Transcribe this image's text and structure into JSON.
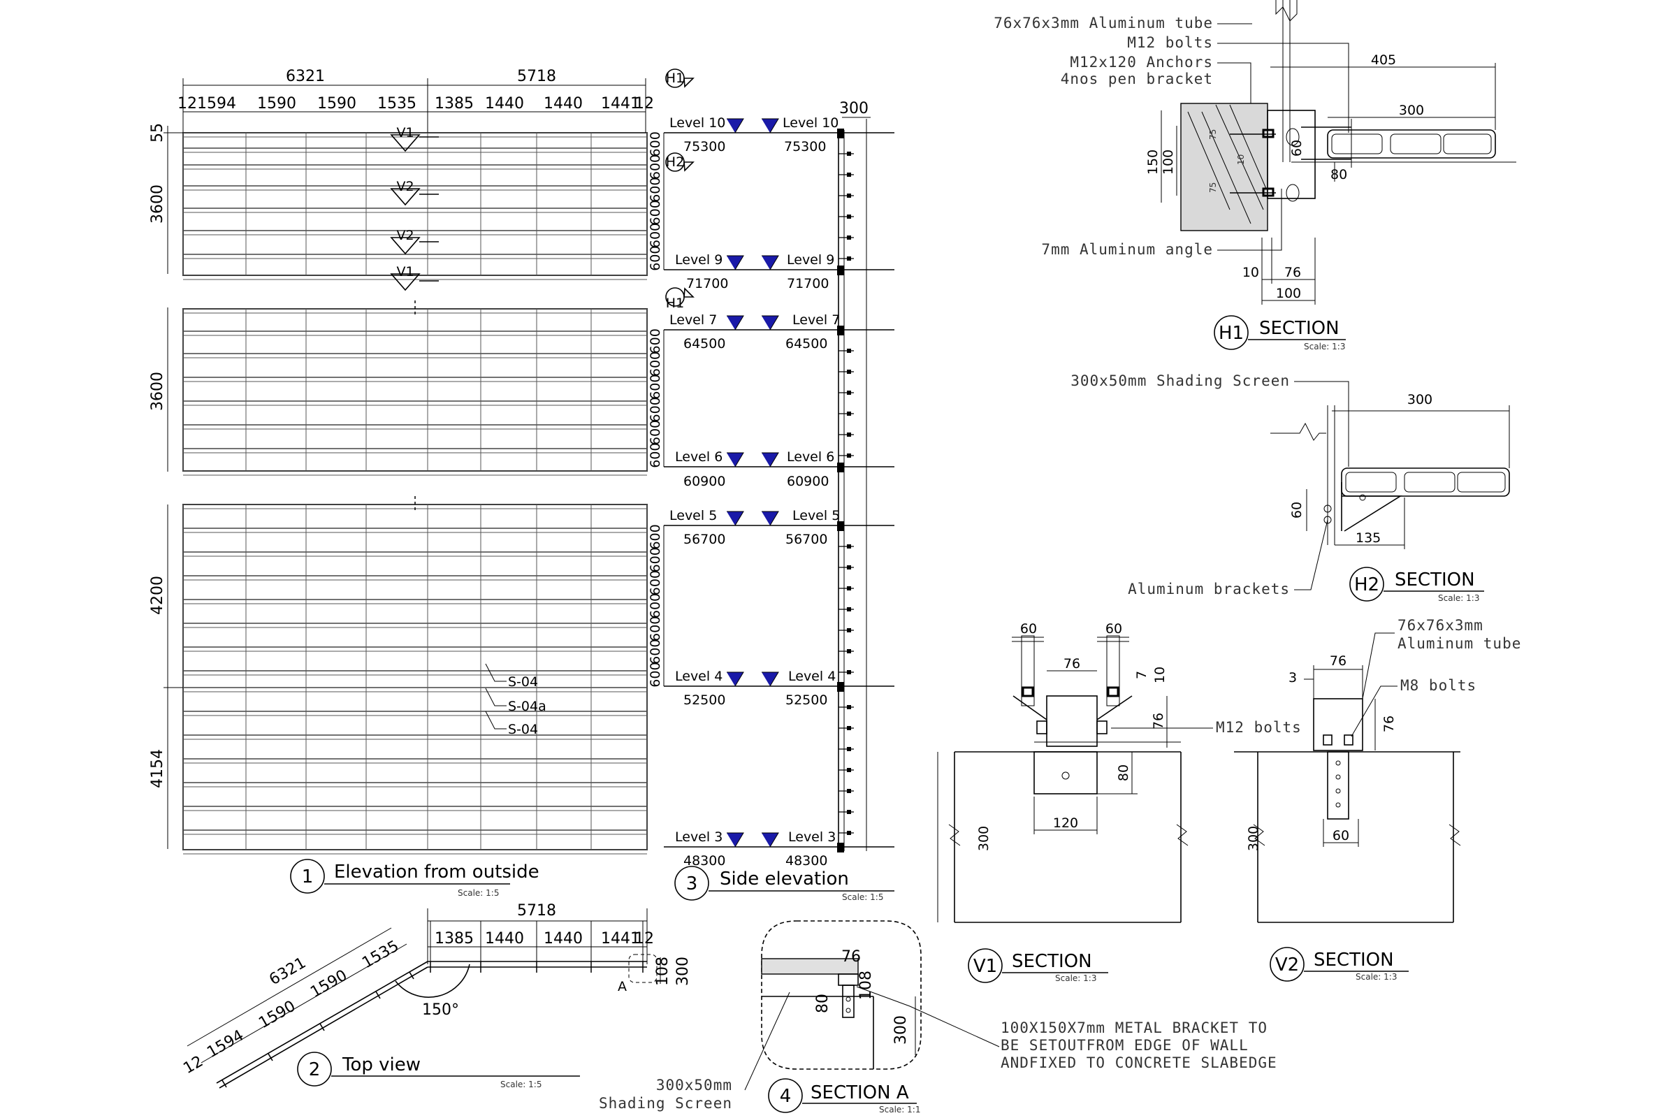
{
  "colors": {
    "line": "#000000",
    "level_marker": "#1a1aa8",
    "hatch": "#cfcfcf"
  },
  "titles": {
    "elevation": {
      "num": "1",
      "label": "Elevation from outside",
      "scale": "Scale:  1:5"
    },
    "top": {
      "num": "2",
      "label": "Top view",
      "scale": "Scale:  1:5"
    },
    "side": {
      "num": "3",
      "label": "Side elevation",
      "scale": "Scale:  1:5"
    },
    "secA": {
      "num": "4",
      "label": "SECTION A",
      "scale": "Scale:  1:1"
    },
    "h1": {
      "num": "H1",
      "label": "SECTION",
      "scale": "Scale:  1:3"
    },
    "h2": {
      "num": "H2",
      "label": "SECTION",
      "scale": "Scale:  1:3"
    },
    "v1": {
      "num": "V1",
      "label": "SECTION",
      "scale": "Scale:  1:3"
    },
    "v2": {
      "num": "V2",
      "label": "SECTION",
      "scale": "Scale:  1:3"
    }
  },
  "elevation": {
    "total_left": "6321",
    "total_right": "5718",
    "bays": [
      "12",
      "1594",
      "1590",
      "1590",
      "1535",
      "1385",
      "1440",
      "1440",
      "1441",
      "12"
    ],
    "heights": [
      "55",
      "3600",
      "3600",
      "4200",
      "4154"
    ],
    "side_600": "600",
    "tags": [
      "S-04",
      "S-04a",
      "S-04"
    ],
    "markers": [
      "V1",
      "V2",
      "V2",
      "V1",
      "H1",
      "H2",
      "H1"
    ]
  },
  "side": {
    "width": "300",
    "levels": [
      {
        "name": "Level 10",
        "elev": "75300"
      },
      {
        "name": "Level 9",
        "elev": "71700"
      },
      {
        "name": "Level 7",
        "elev": "64500"
      },
      {
        "name": "Level 6",
        "elev": "60900"
      },
      {
        "name": "Level 5",
        "elev": "56700"
      },
      {
        "name": "Level 4",
        "elev": "52500"
      },
      {
        "name": "Level 3",
        "elev": "48300"
      }
    ]
  },
  "top": {
    "total_left": "6321",
    "total_right": "5718",
    "left_bays": [
      "12",
      "1594",
      "1590",
      "1590",
      "1535"
    ],
    "right_bays": [
      "1385",
      "1440",
      "1440",
      "1441",
      "12"
    ],
    "angle": "150°",
    "depth": "108",
    "depth2": "300",
    "callout": "A"
  },
  "h1": {
    "labels": [
      "76x76x3mm Aluminum tube",
      "M12 bolts",
      "M12x120 Anchors",
      "4nos pen bracket",
      "7mm Aluminum angle"
    ],
    "dims": {
      "d405": "405",
      "d300": "300",
      "d150": "150",
      "d100": "100",
      "d75a": "75",
      "d10": "10",
      "d75b": "75",
      "d60": "60",
      "d80": "80",
      "b10": "10",
      "b76": "76",
      "b100": "100"
    }
  },
  "h2": {
    "labels": [
      "300x50mm Shading Screen",
      "Aluminum brackets"
    ],
    "dims": {
      "d300": "300",
      "d60": "60",
      "d135": "135"
    }
  },
  "v1": {
    "labels": [
      "M12 bolts"
    ],
    "dims": {
      "d60a": "60",
      "d60b": "60",
      "d76": "76",
      "d7": "7",
      "d10": "10",
      "d76b": "76",
      "d80": "80",
      "d120": "120",
      "d300": "300"
    }
  },
  "v2": {
    "labels": [
      "76x76x3mm",
      "Aluminum tube",
      "M8 bolts"
    ],
    "dims": {
      "d76": "76",
      "d3": "3",
      "d76b": "76",
      "d60": "60",
      "d300": "300"
    }
  },
  "secA": {
    "dims": {
      "d76": "76",
      "d108": "108",
      "d80": "80",
      "d300": "300"
    },
    "screen": [
      "300x50mm",
      "Shading Screen"
    ],
    "note": [
      "100X150X7mm METAL BRACKET TO",
      "BE SETOUTFROM EDGE OF WALL",
      "ANDFIXED TO CONCRETE SLABEDGE"
    ]
  }
}
